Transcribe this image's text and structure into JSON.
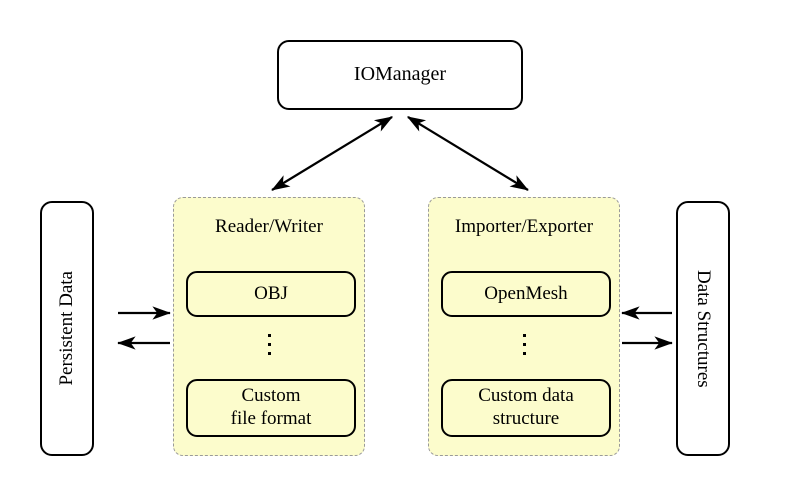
{
  "diagram": {
    "title_node": {
      "label": "IOManager"
    },
    "left_side_box": {
      "label": "Persistent Data"
    },
    "right_side_box": {
      "label": "Data Structures"
    },
    "panels": [
      {
        "id": "reader-writer",
        "title": "Reader/Writer",
        "top_item": "OBJ",
        "ellipsis": "⋮",
        "bottom_item_line1": "Custom",
        "bottom_item_line2": "file format"
      },
      {
        "id": "importer-exporter",
        "title": "Importer/Exporter",
        "top_item": "OpenMesh",
        "ellipsis": "⋮",
        "bottom_item_line1": "Custom data",
        "bottom_item_line2": "structure"
      }
    ],
    "connections": [
      {
        "name": "iomanager-to-reader-writer",
        "style": "double-headed"
      },
      {
        "name": "iomanager-to-importer-exporter",
        "style": "double-headed"
      },
      {
        "name": "persistent-data-to-reader-writer",
        "style": "single-right"
      },
      {
        "name": "reader-writer-to-persistent-data",
        "style": "single-left"
      },
      {
        "name": "data-structures-to-importer-exporter",
        "style": "single-left"
      },
      {
        "name": "importer-exporter-to-data-structures",
        "style": "single-right"
      }
    ],
    "colors": {
      "panel_fill": "#fcfccc",
      "panel_border": "#9a9a9a",
      "node_border": "#000000",
      "background": "#ffffff"
    }
  }
}
